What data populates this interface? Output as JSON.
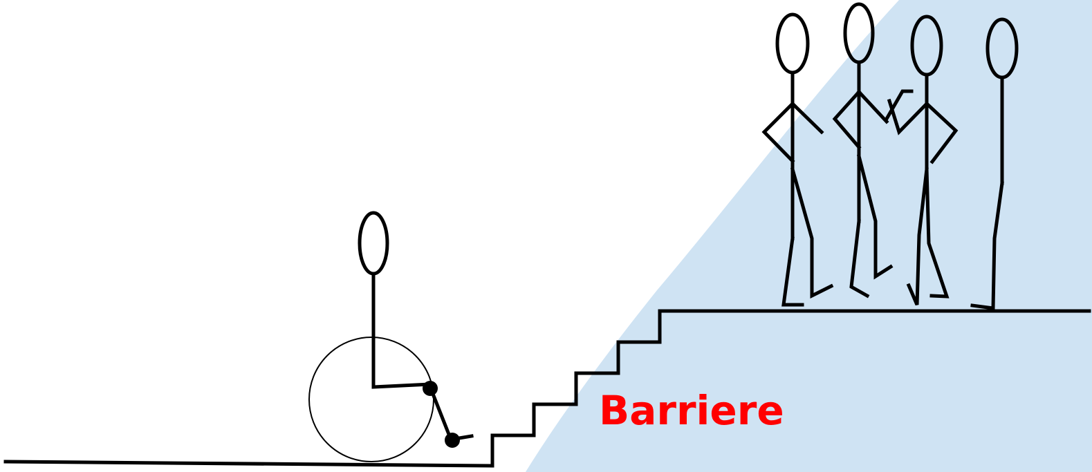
{
  "label": {
    "text": "Barriere",
    "color": "#ff0000"
  },
  "colors": {
    "background_wedge": "#cfe3f3",
    "ink": "#000000"
  },
  "figures": {
    "wheelchair_user": "wheelchair-user-figure",
    "standing_people_count": 4
  }
}
